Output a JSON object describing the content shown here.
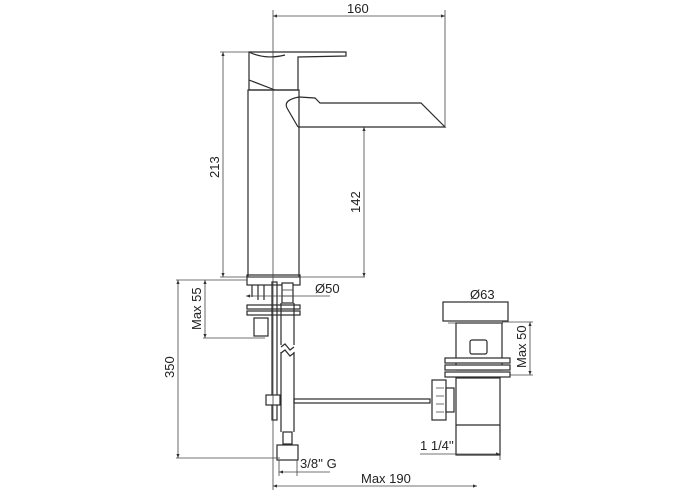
{
  "dimensions": {
    "spout_reach": "160",
    "total_height": "213",
    "spout_height": "142",
    "max_deck_thickness": "Max 55",
    "base_diameter": "Ø50",
    "hose_length": "350",
    "hose_connection": "3/8'' G",
    "max_rod_length": "Max 190",
    "waste_diameter": "Ø63",
    "waste_max_height": "Max 50",
    "waste_thread": "1 1/4''"
  }
}
